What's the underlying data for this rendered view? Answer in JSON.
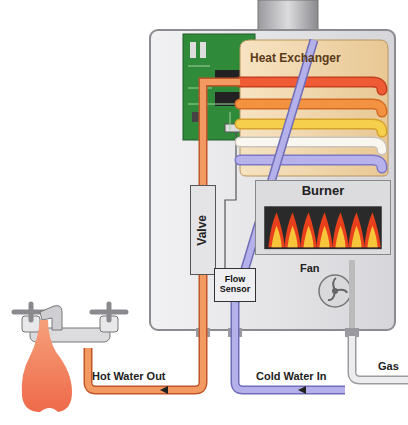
{
  "diagram": {
    "nodes": [
      {
        "text": [
          "Heat Exchanger"
        ]
      },
      {
        "text": [
          "Valve"
        ]
      },
      {
        "text": [
          "Burner"
        ]
      },
      {
        "text": [
          "Flow Sensor"
        ]
      },
      {
        "text": [
          "Fan"
        ]
      }
    ],
    "edges": [
      {
        "from": 3,
        "to": 0,
        "arrow": "none"
      },
      {
        "from": 0,
        "to": 1,
        "arrow": "none"
      }
    ],
    "labels": [
      "Hot Water Out",
      "Cold Water In",
      "Gas"
    ]
  }
}
